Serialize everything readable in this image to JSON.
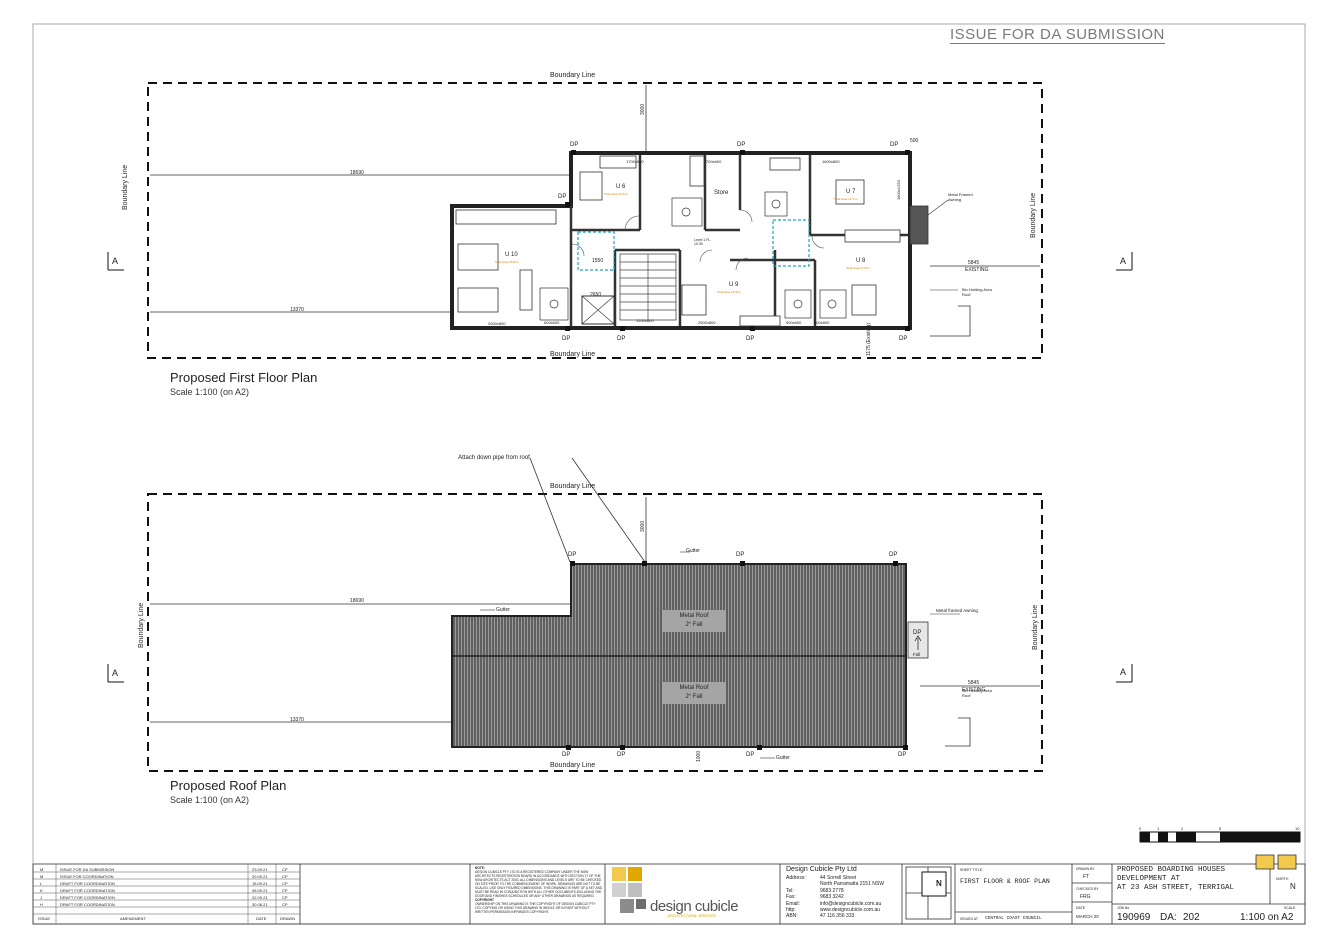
{
  "header": {
    "issue_text": "ISSUE FOR DA SUBMISSION"
  },
  "first_floor": {
    "title": "Proposed First Floor Plan",
    "scale": "Scale 1:100 (on A2)",
    "boundary": "Boundary Line",
    "section": "A",
    "dims": {
      "left": "18690",
      "bottom": "13370",
      "top": "3000",
      "right": "5845",
      "existing": "EXISTING",
      "stair": "1550",
      "lift": "2650",
      "side": "1175 (Existing)",
      "eave": "500"
    },
    "dp": "DP",
    "units": [
      {
        "name": "U 6",
        "note": "Total Area 16.5m²"
      },
      {
        "name": "U 7",
        "note": "Total Area 16.7m²"
      },
      {
        "name": "U 8",
        "note": "Total Area 17.6m²"
      },
      {
        "name": "U 9",
        "note": "Total Area 16.9m²"
      },
      {
        "name": "U 10",
        "note": "Total Area 16.8m²"
      }
    ],
    "store": "Store",
    "level": "Level 1 FL 10.30",
    "windows": [
      "1700x800",
      "700x600",
      "1600x800",
      "2000x800",
      "1200x800",
      "2500x800",
      "900x600",
      "900x800",
      "600x600"
    ],
    "awning": "Metal Framed Awning",
    "bin": "Bin Holding Area Roof",
    "side_window": "1800x1250"
  },
  "roof": {
    "title": "Proposed Roof Plan",
    "scale": "Scale 1:100 (on A2)",
    "boundary": "Boundary Line",
    "section": "A",
    "downpipe": "Attach down pipe from roof",
    "gutter": "Gutter",
    "metal_roof": "Metal Roof",
    "fall": "2° Fall",
    "awning": "Metal framed Awning",
    "dims": {
      "left": "18690",
      "bottom": "13370",
      "top": "3000",
      "right": "5845",
      "existing": "EXISTING",
      "bottom_small": "1000"
    },
    "bin": "Bin Holding Area Roof",
    "fall_small": "Fall",
    "dp": "DP"
  },
  "revisions": [
    {
      "rev": "M",
      "desc": "ISSUE FOR DA SUBMISSION",
      "date": "23.09.21",
      "by": "CP"
    },
    {
      "rev": "M",
      "desc": "ISSUE FOR COORDINATION",
      "date": "20.09.21",
      "by": "CP"
    },
    {
      "rev": "L",
      "desc": "DRAFT FOR COORDINATION",
      "date": "15.09.21",
      "by": "CP"
    },
    {
      "rev": "K",
      "desc": "DRAFT FOR COORDINATION",
      "date": "08.09.21",
      "by": "CP"
    },
    {
      "rev": "J",
      "desc": "DRAFT FOR COORDINATION",
      "date": "02.09.21",
      "by": "CP"
    },
    {
      "rev": "H",
      "desc": "DRAFT FOR COORDINATION",
      "date": "30.08.21",
      "by": "CP"
    }
  ],
  "rev_headers": {
    "issue": "ISSUE",
    "amend": "AMENDMENT",
    "date": "DATE",
    "drawn": "DRAWN"
  },
  "notes": {
    "heading": "NOTE:",
    "body": "DESIGN CUBICLE PTY LTD IS A REGISTERED COMPANY UNDER THE NSW ARCHITECTS REGISTRATION BOARD IN ACCORDANCE WITH SECTION 17 OF THE NSW ARCHITECTS ACT 2003. ALL DIMENSIONS AND LEVELS ARE TO BE CHECKED ON SITE PRIOR TO THE COMMENCEMENT OF WORK. DRAWINGS ARE NOT TO BE SCALED. USE ONLY FIGURED DIMENSIONS. THIS DRAWING IS PART OF A SET AND MUST BE READ IN CONJUNCTION WITH ALL OTHER DOCUMENTS INCLUDING THE DOOR AND FINISHES SCHEDULES OR ANY OTHER DRAWINGS AS REQUIRED.",
    "copy_heading": "COPYRIGHT",
    "copy_body": "OWNERSHIP ON THIS DRAWING IS THE COPYRIGHT OF DESIGN CUBICLE PTY LTD. COPYING OR USING THIS DRAWING IN WHOLE OR IN PART WITHOUT WRITTEN PERMISSION INFRINGES COPYRIGHT."
  },
  "logo": {
    "text": "design cubicle",
    "sub": "ARCHITECTURAL SERVICES",
    "colors": [
      "#f2c94c",
      "#e0a800",
      "#d0d0d0",
      "#bfbfbf",
      "#8c8c8c",
      "#6e6e6e"
    ]
  },
  "company": {
    "name": "Design Cubicle Pty Ltd",
    "rows": [
      {
        "k": "Address:",
        "v": "44 Sorrell Street"
      },
      {
        "k": "",
        "v": "North Parramatta 2151 NSW"
      },
      {
        "k": "Tel:",
        "v": "9683 2778"
      },
      {
        "k": "Fax:",
        "v": "9683 3242"
      },
      {
        "k": "Email:",
        "v": "info@designcubicle.com.au"
      },
      {
        "k": "http:",
        "v": "www.designcubicle.com.au"
      },
      {
        "k": "ABN:",
        "v": "47 116 356 333"
      }
    ]
  },
  "north": {
    "letter": "N"
  },
  "drawing": {
    "title_label": "SHEET TITLE",
    "title": "FIRST FLOOR & ROOF PLAN",
    "council_label": "ISSUED AT",
    "council": "CENTRAL COAST COUNCIL",
    "drawn_label": "DRAWN BY",
    "drawn": "FT",
    "checked_label": "CHECKED BY",
    "checked": "FRG",
    "date_label": "DATE",
    "date": "MARCH 20",
    "job_label": "JOB No",
    "job": "190969",
    "da_label": "DA:",
    "sheet": "202",
    "scale_label": "SCALE",
    "scale": "1:100 on A2",
    "project_lines": [
      "PROPOSED BOARDING HOUSES",
      "DEVELOPMENT AT",
      "AT 23 ASH STREET, TERRIGAL"
    ],
    "north_label": "N",
    "north_small": "NORTH"
  },
  "scalebar": {
    "ticks": [
      "0",
      "1",
      "2",
      "5",
      "10"
    ]
  }
}
